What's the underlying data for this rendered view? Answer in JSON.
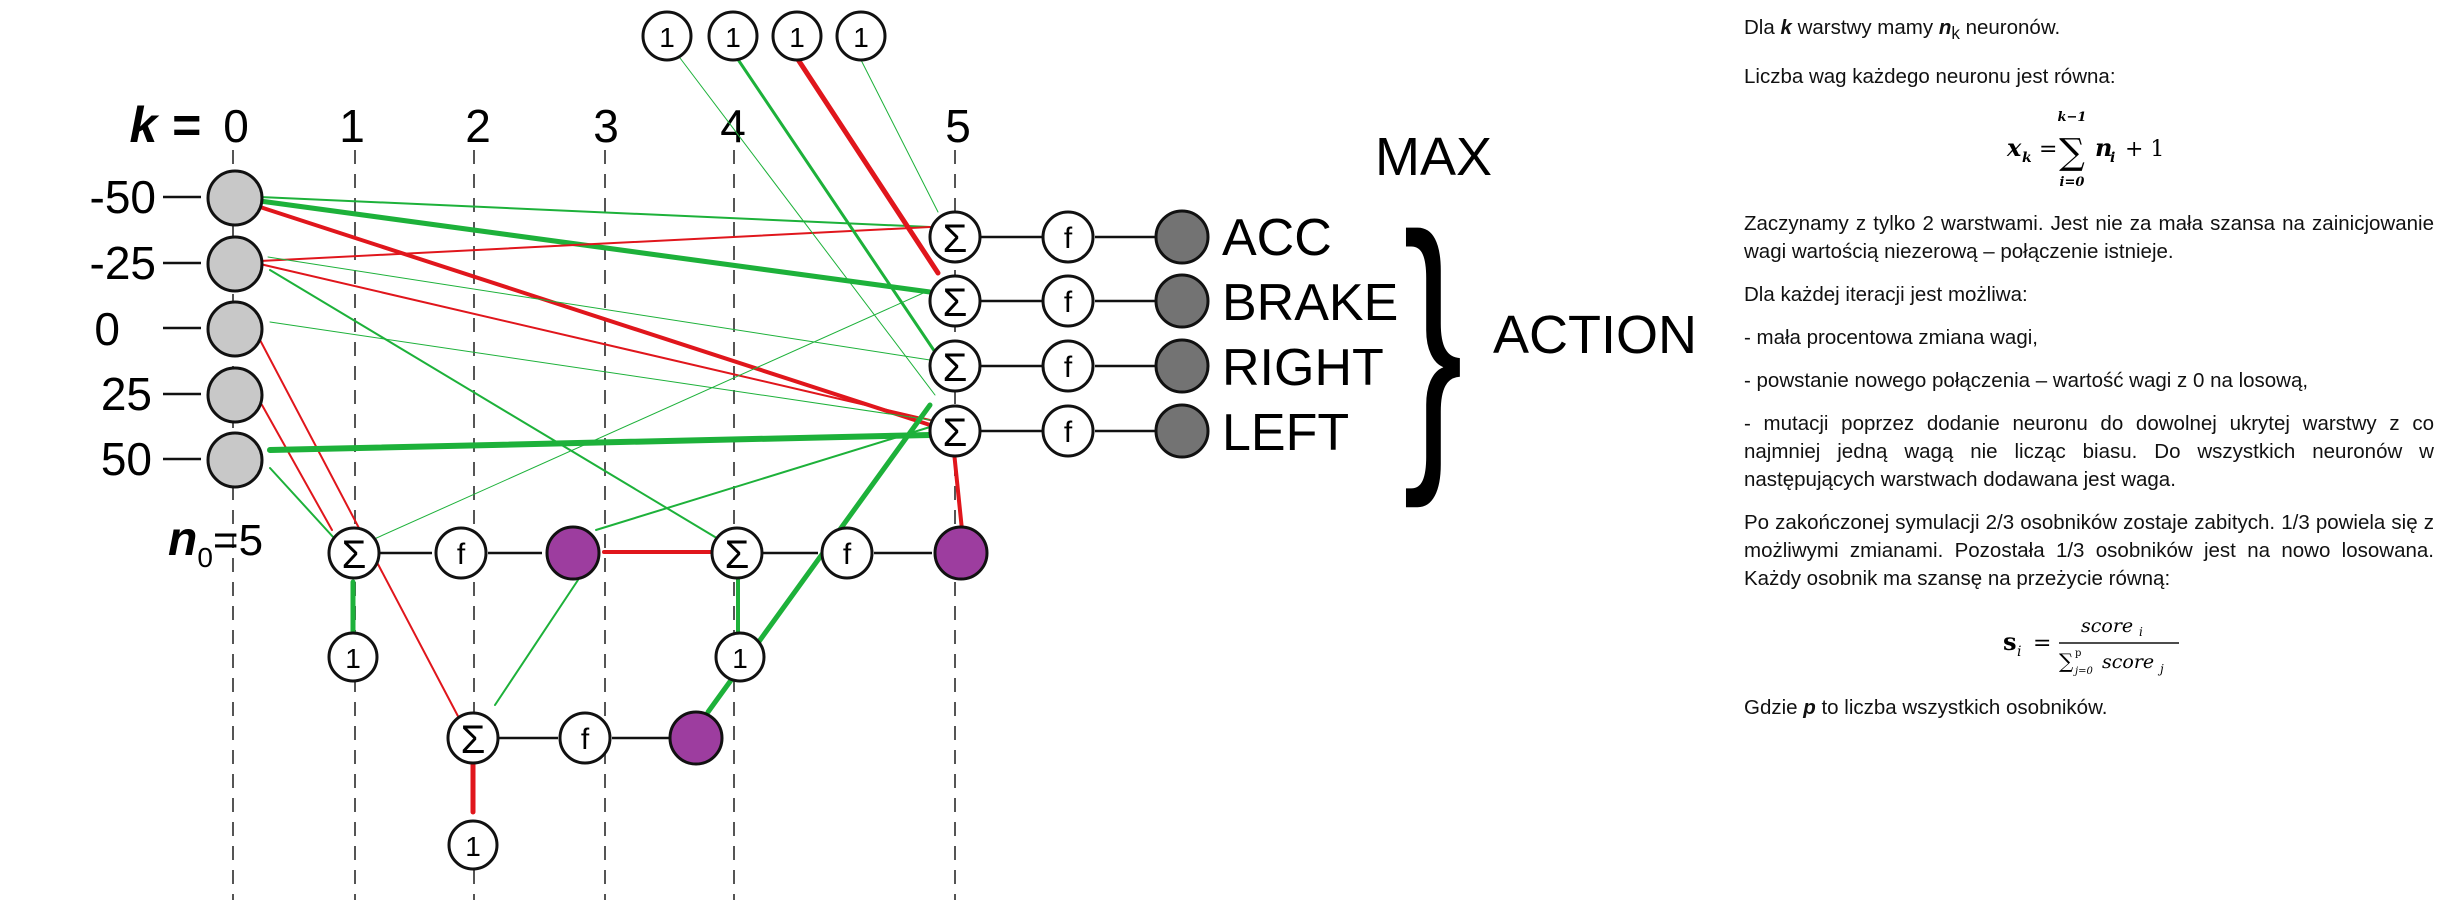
{
  "diagram": {
    "k_label": "k =",
    "layers": [
      "0",
      "1",
      "2",
      "3",
      "4",
      "5"
    ],
    "inputs": [
      "-50",
      "-25",
      "0",
      "25",
      "50"
    ],
    "n0_label": "n",
    "n0_sub": "0",
    "n0_value": "=5",
    "sum_symbol": "Σ",
    "act_symbol": "f",
    "bias_symbol": "1",
    "outputs": [
      "ACC",
      "BRAKE",
      "RIGHT",
      "LEFT"
    ],
    "max_label": "MAX",
    "action_label": "ACTION",
    "brace_symbol": "}",
    "colors": {
      "input_node": "#c8c8c8",
      "output_node": "#737373",
      "hidden_output": "#9d3d9f",
      "positive_weight": "#1db13a",
      "negative_weight": "#e0161c"
    }
  },
  "text": {
    "p1": {
      "a": "Dla ",
      "k": "k",
      "b": " warstwy mamy ",
      "n": "n",
      "sub": "k",
      "c": " neuronów."
    },
    "p2": "Liczba wag każdego neuronu jest równa:",
    "formula1": {
      "lhs": "x",
      "lhs_sub": "k",
      "eq": "=",
      "sigma": "∑",
      "upper": "k−1",
      "lower": "i=0",
      "term": "n",
      "term_sub": "i",
      "plus": "+ 1"
    },
    "p3": "Zaczynamy z tylko 2 warstwami. Jest nie za mała szansa na zainicjowanie wagi wartością niezerową – połączenie istnieje.",
    "p4": "Dla każdej iteracji jest możliwa:",
    "p5": "- mała procentowa zmiana wagi,",
    "p6": "- powstanie nowego połączenia – wartość wagi z 0 na losową,",
    "p7": "- mutacji poprzez dodanie neuronu do dowolnej ukrytej warstwy z co najmniej jedną wagą nie licząc biasu. Do wszystkich neuronów w następujących warstwach dodawana jest waga.",
    "p8": "Po zakończonej symulacji 2/3 osobników zostaje zabitych. 1/3 powiela się z możliwymi zmianami. Pozostała 1/3 osobników jest na nowo losowana. Każdy osobnik ma szansę na przeżycie równą:",
    "formula2": {
      "lhs": "s",
      "lhs_sub": "i",
      "eq": "=",
      "numer": "score",
      "numer_sub": "i",
      "sigma": "∑",
      "upper": "p",
      "lower": "j=0",
      "denom": "score",
      "denom_sub": "j"
    },
    "p9": {
      "a": "Gdzie ",
      "p": "p",
      "b": " to liczba wszystkich osobników."
    }
  }
}
